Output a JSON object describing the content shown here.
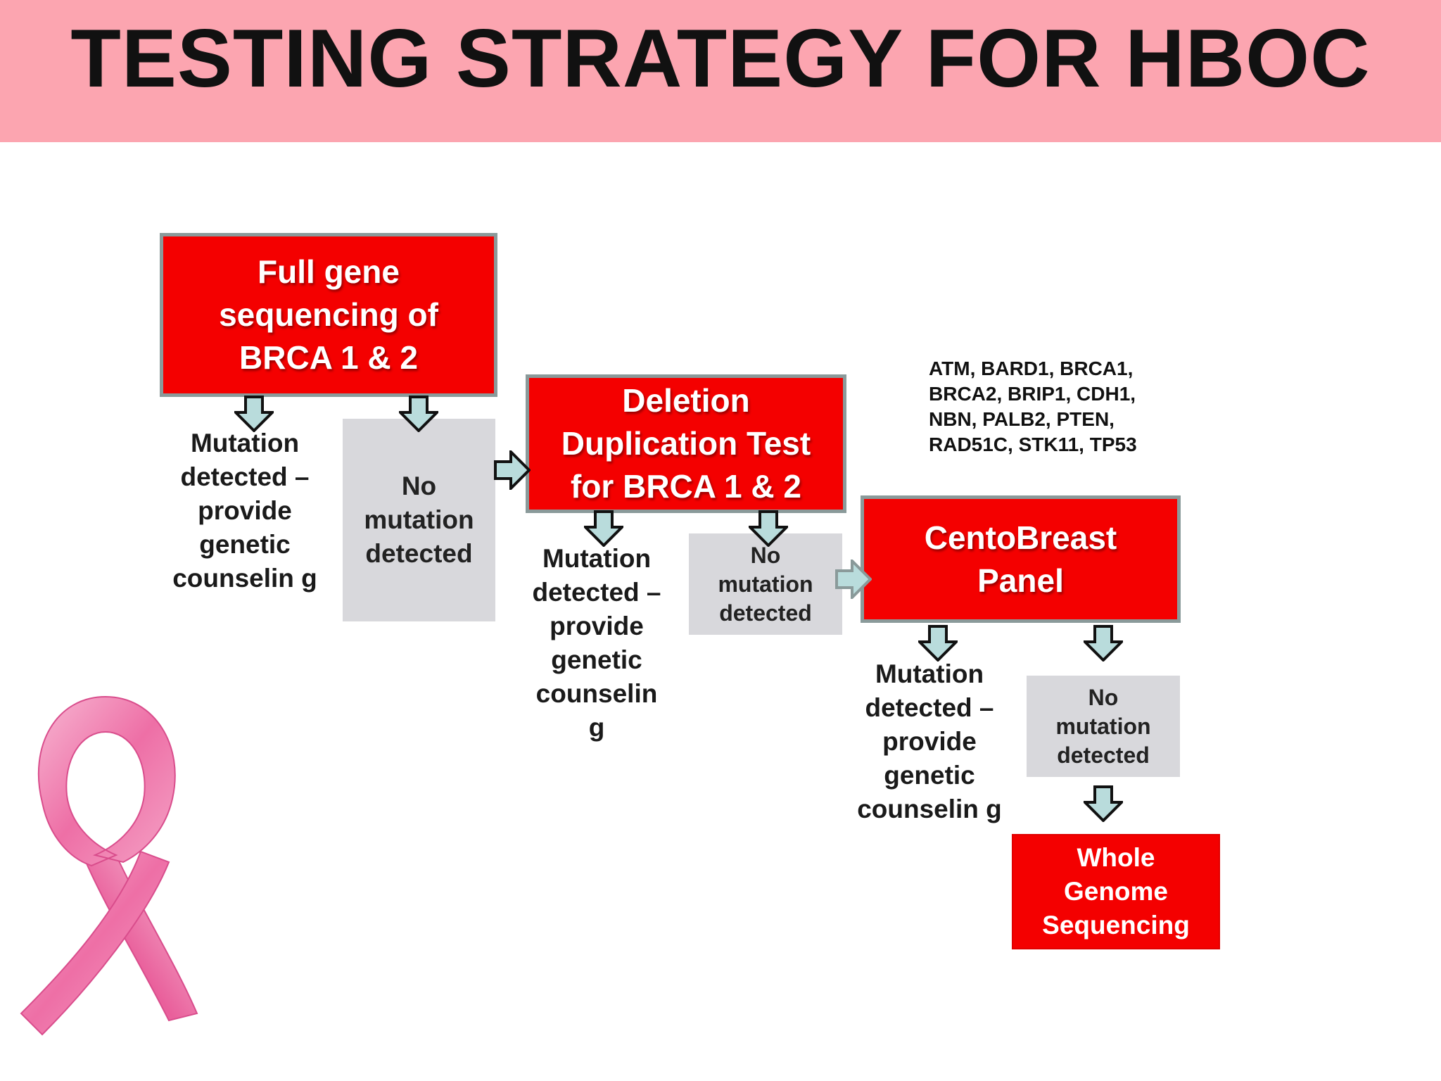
{
  "title": "TESTING STRATEGY FOR HBOC",
  "colors": {
    "banner": "#fca5b0",
    "process_box": "#f40000",
    "negative_box": "#d8d8dc",
    "arrow_fill": "#b9dcdc",
    "ribbon": "#ef7fb0"
  },
  "steps": {
    "full_gene": "Full gene sequencing of BRCA 1 & 2",
    "deletion_duplication": "Deletion Duplication Test for BRCA 1 & 2",
    "centobreast": "CentoBreast Panel",
    "whole_genome": "Whole Genome Sequencing"
  },
  "outcomes": {
    "mutation_1": "Mutation detected – provide genetic counselin g",
    "no_mutation_1": "No mutation detected",
    "mutation_2": "Mutation detected – provide genetic counselin g",
    "no_mutation_2": "No mutation detected",
    "mutation_3": "Mutation detected – provide genetic counselin g",
    "no_mutation_3": "No mutation detected"
  },
  "panel_genes": "ATM, BARD1, BRCA1, BRCA2, BRIP1, CDH1, NBN, PALB2, PTEN, RAD51C, STK11, TP53",
  "decorations": {
    "ribbon_icon": "awareness-ribbon-icon",
    "arrow_icon": "block-arrow-icon"
  }
}
